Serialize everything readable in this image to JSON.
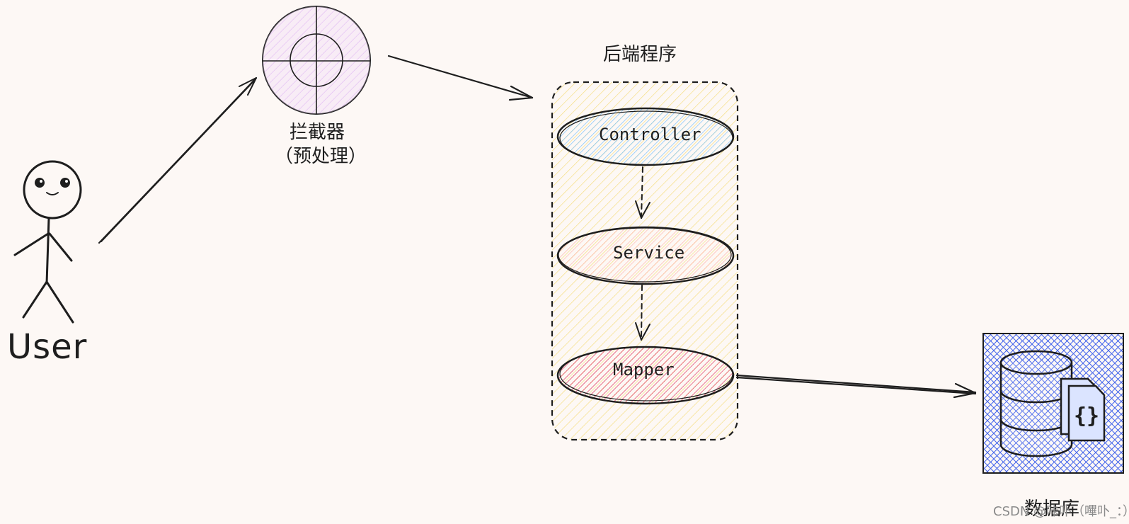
{
  "actor": {
    "label": "User"
  },
  "interceptor": {
    "title": "拦截器",
    "subtitle": "（预处理）"
  },
  "backend": {
    "title": "后端程序",
    "layers": [
      "Controller",
      "Service",
      "Mapper"
    ]
  },
  "database": {
    "label": "数据库"
  },
  "watermark": "CSDN @咔卟（嗶卟_：）",
  "colors": {
    "background": "#fdf8f5",
    "interceptor_fill": "#e8c6f5",
    "backend_fill": "#ffec99",
    "controller_fill": "#a5d8ff",
    "service_fill": "#ffc9c9",
    "mapper_fill": "#e03131",
    "database_fill": "#4263eb",
    "stroke": "#1e1e1e"
  }
}
